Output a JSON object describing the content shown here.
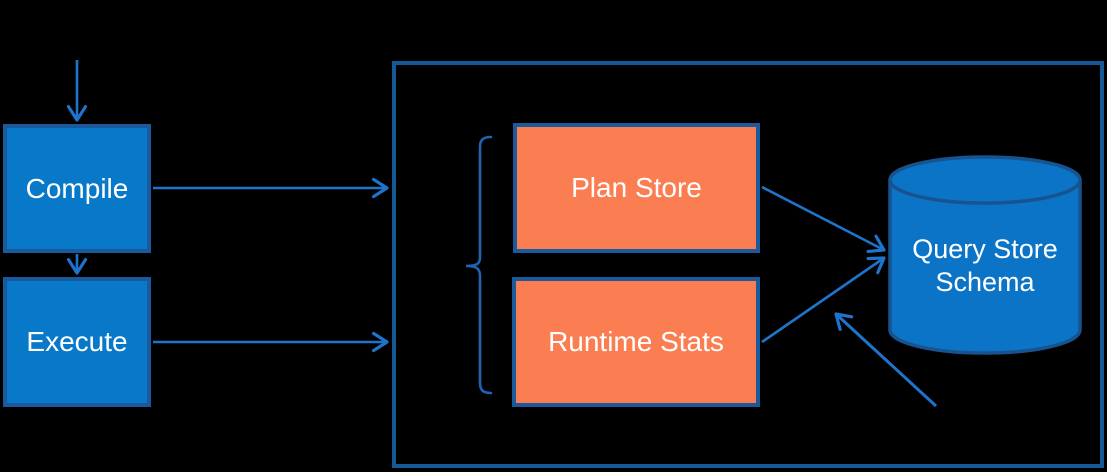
{
  "diagram": {
    "nodes": {
      "compile": {
        "label": "Compile",
        "shape": "rectangle",
        "fill": "#0878C8"
      },
      "execute": {
        "label": "Execute",
        "shape": "rectangle",
        "fill": "#0878C8"
      },
      "plan_store": {
        "label": "Plan Store",
        "shape": "rectangle",
        "fill": "#FB7E52"
      },
      "runtime_stats": {
        "label": "Runtime Stats",
        "shape": "rectangle",
        "fill": "#FB7E52"
      },
      "query_store_schema": {
        "label": "Query Store Schema",
        "shape": "database-cylinder",
        "fill": "#0B74C6"
      },
      "query_store_container": {
        "label": "",
        "shape": "container-rectangle"
      }
    },
    "edges": [
      {
        "from": "top",
        "to": "compile",
        "type": "arrow"
      },
      {
        "from": "compile",
        "to": "execute",
        "type": "arrow"
      },
      {
        "from": "compile",
        "to": "query_store_container",
        "type": "arrow"
      },
      {
        "from": "execute",
        "to": "query_store_container",
        "type": "arrow"
      },
      {
        "from": "plan_store",
        "to": "query_store_schema",
        "type": "arrow"
      },
      {
        "from": "runtime_stats",
        "to": "query_store_schema",
        "type": "arrow"
      },
      {
        "from": "bottom-right",
        "to": "query_store_schema",
        "type": "arrow"
      }
    ],
    "annotations": {
      "brace": "left curly brace grouping Plan Store and Runtime Stats"
    },
    "colors": {
      "background": "#000000",
      "blue_node_fill": "#0878C8",
      "orange_node_fill": "#FB7E52",
      "dark_border": "#1A5A9C",
      "container_border": "#155A96",
      "arrow": "#1E74CC",
      "brace": "#1E63B4",
      "cylinder_fill": "#0B74C6",
      "cylinder_border": "#17548F",
      "text": "#FFFFFF"
    }
  }
}
